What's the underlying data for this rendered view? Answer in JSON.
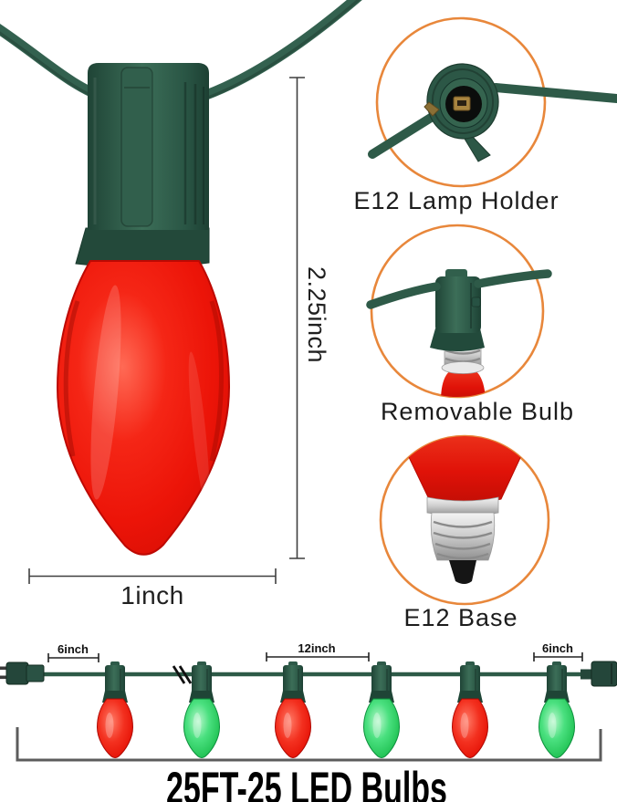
{
  "product_diagram": {
    "bulb_height_label": "2.25inch",
    "bulb_width_label": "1inch",
    "callout_lamp_holder": "E12 Lamp Holder",
    "callout_removable_bulb": "Removable Bulb",
    "callout_e12_base": "E12 Base",
    "spacing_left_label": "6inch",
    "spacing_middle_label": "12inch",
    "spacing_right_label": "6inch",
    "title": "25FT-25 LED Bulbs",
    "bulb_colors": [
      "red",
      "green",
      "red",
      "green",
      "red",
      "green"
    ],
    "colors": {
      "accent_ring": "#E8873B",
      "bulb_red": "#EE1506",
      "bulb_green": "#2FD05E",
      "cord_green": "#2F5D4B",
      "label_text": "#1C1C1C"
    }
  }
}
